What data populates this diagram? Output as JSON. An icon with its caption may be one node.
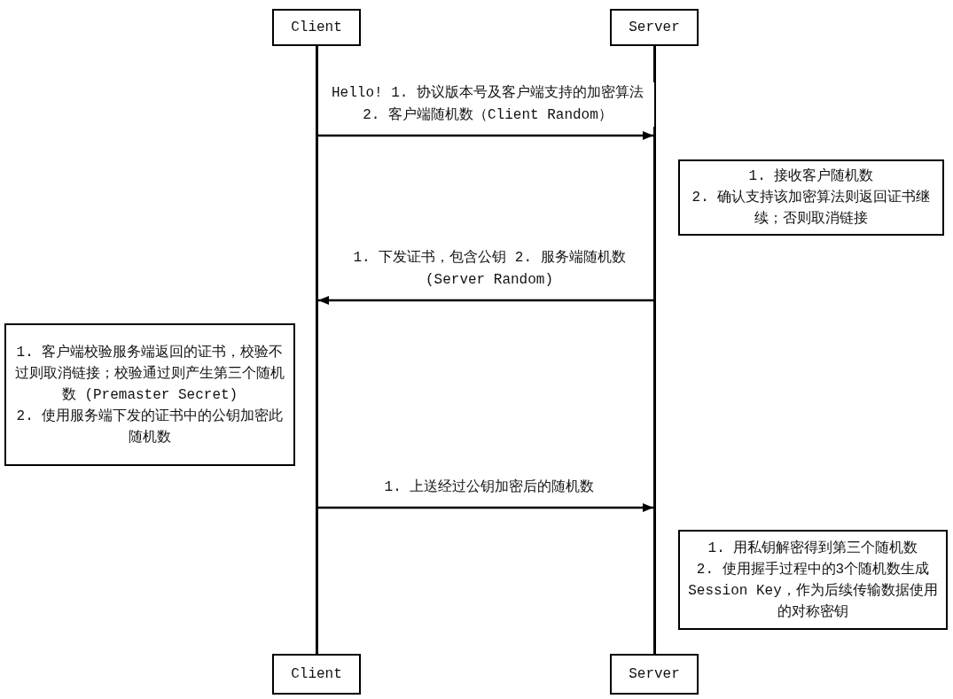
{
  "diagram": {
    "nodes": [
      {
        "text": [
          "Client"
        ]
      },
      {
        "text": [
          "Server"
        ]
      },
      {
        "text": [],
        "shape": "bar"
      },
      {
        "text": [],
        "shape": "bar"
      },
      {
        "text": [
          "1. 接收客户随机数",
          "2. 确认支持该加密算法则返回证书继续；否则取消链接"
        ]
      },
      {
        "text": [
          "1. 客户端校验服务端返回的证书，校验不过则取消链接；校验通过则产生第三个随机数 (Premaster Secret)",
          "2. 使用服务端下发的证书中的公钥加密此随机数"
        ]
      },
      {
        "text": [
          "1. 用私钥解密得到第三个随机数",
          "2. 使用握手过程中的3个随机数生成Session Key，作为后续传输数据使用的对称密钥"
        ]
      },
      {
        "text": [
          "Client"
        ]
      },
      {
        "text": [
          "Server"
        ]
      }
    ],
    "edges": [
      {
        "from": 2,
        "to": 3,
        "arrow": "to",
        "label": "Hello! 1. 协议版本号及客户端支持的加密算法 2. 客户端随机数（Client Random）"
      },
      {
        "from": 3,
        "to": 2,
        "arrow": "to",
        "label": "1. 下发证书，包含公钥 2. 服务端随机数(Server Random)"
      },
      {
        "from": 2,
        "to": 3,
        "arrow": "to",
        "label": "1. 上送经过公钥加密后的随机数"
      }
    ]
  }
}
